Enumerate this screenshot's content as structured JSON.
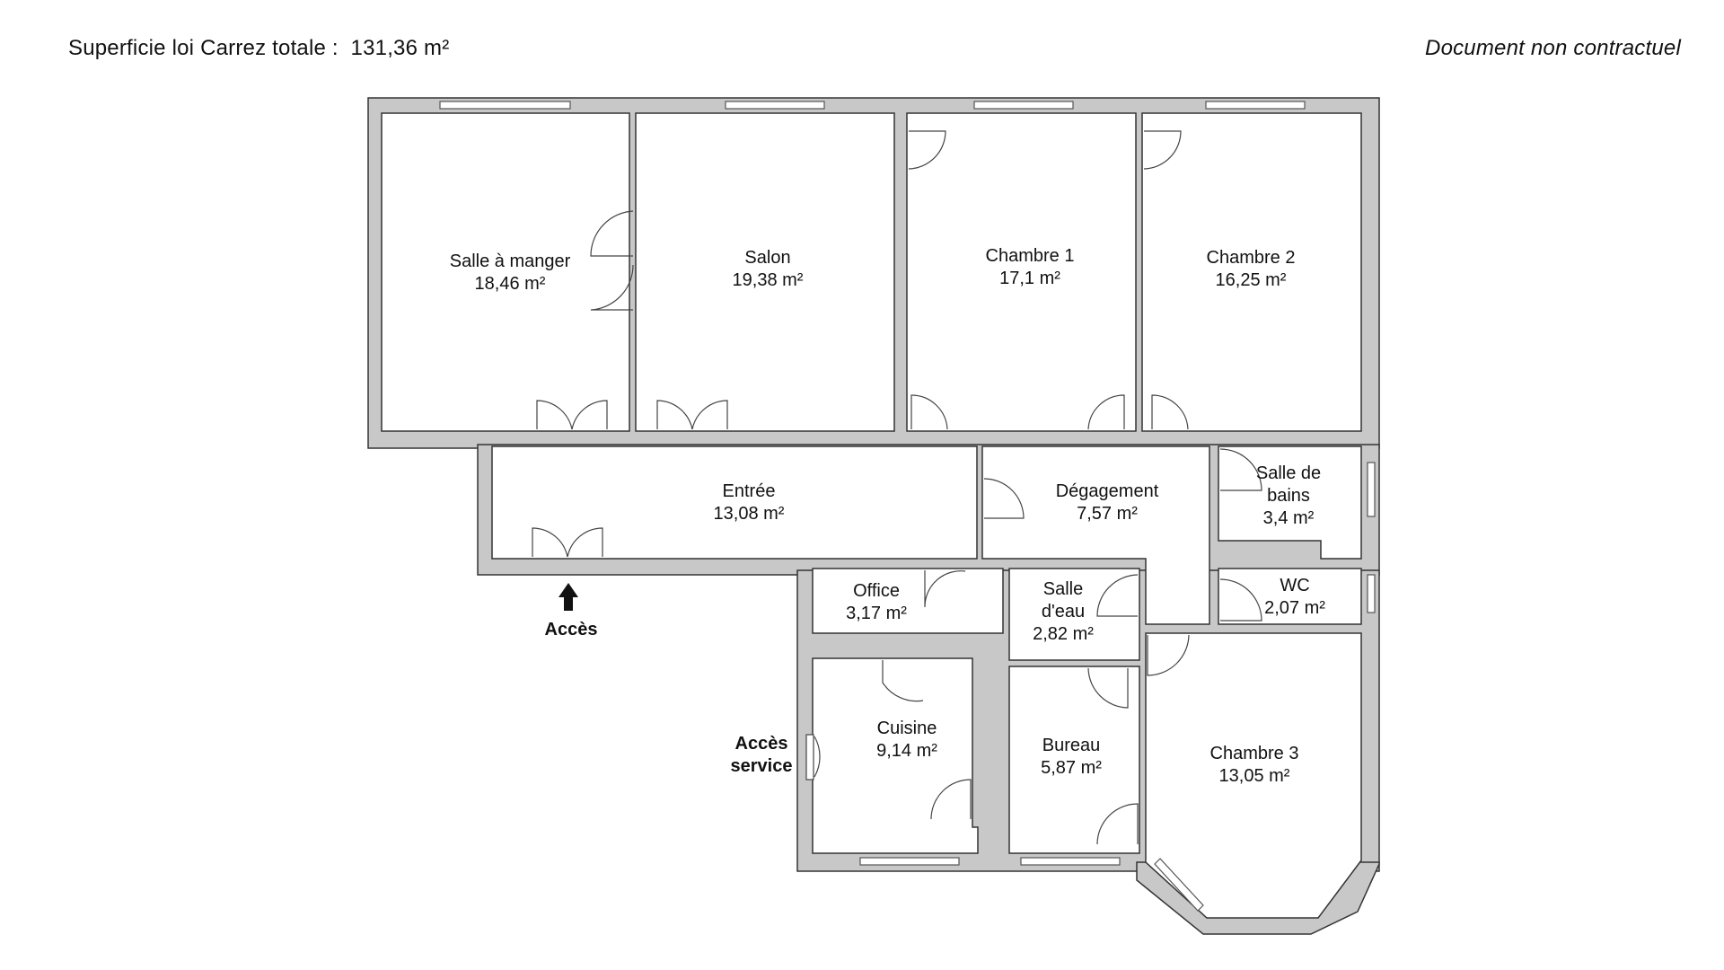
{
  "header": {
    "total_label": "Superficie loi Carrez totale :",
    "total_value": "131,36 m²",
    "disclaimer": "Document non contractuel"
  },
  "rooms": [
    {
      "name": "Salle à manger",
      "area": "18,46 m²"
    },
    {
      "name": "Salon",
      "area": "19,38 m²"
    },
    {
      "name": "Chambre 1",
      "area": "17,1 m²"
    },
    {
      "name": "Chambre 2",
      "area": "16,25 m²"
    },
    {
      "name": "Entrée",
      "area": "13,08 m²"
    },
    {
      "name": "Dégagement",
      "area": "7,57 m²"
    },
    {
      "name_lines": [
        "Salle de",
        "bains"
      ],
      "area": "3,4 m²"
    },
    {
      "name": "WC",
      "area": "2,07 m²"
    },
    {
      "name": "Office",
      "area": "3,17 m²"
    },
    {
      "name_lines": [
        "Salle",
        "d'eau"
      ],
      "area": "2,82 m²"
    },
    {
      "name": "Cuisine",
      "area": "9,14 m²"
    },
    {
      "name": "Bureau",
      "area": "5,87 m²"
    },
    {
      "name": "Chambre 3",
      "area": "13,05 m²"
    }
  ],
  "labels": {
    "main_access": "Accès",
    "service_access": [
      "Accès",
      "service"
    ]
  }
}
